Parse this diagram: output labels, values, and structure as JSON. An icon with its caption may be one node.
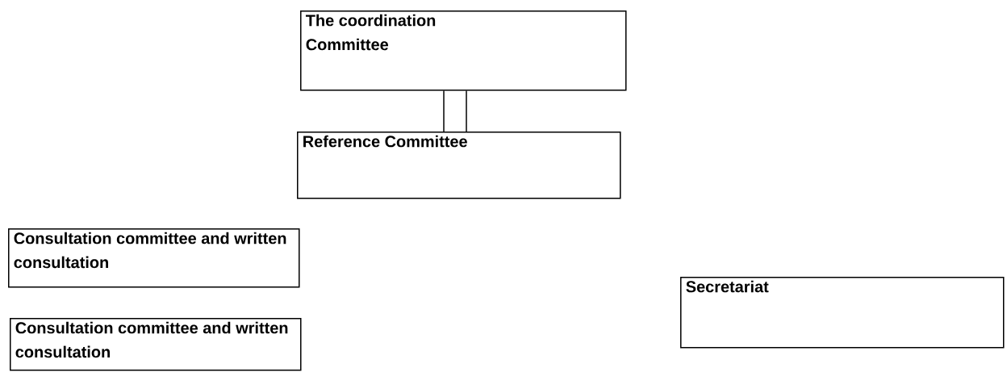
{
  "diagram": {
    "nodes": [
      {
        "text": [
          "The coordination Committee"
        ]
      },
      {
        "text": [
          "Reference Committee"
        ]
      },
      {
        "text": [
          "Consultation committee and written consultation"
        ]
      },
      {
        "text": [
          "Consultation committee and written consultation"
        ]
      },
      {
        "text": [
          "Secretariat"
        ]
      }
    ],
    "edges": [
      {
        "from": 0,
        "to": 1,
        "arrow": "none"
      },
      {
        "from": 0,
        "to": 1,
        "arrow": "none"
      }
    ]
  }
}
